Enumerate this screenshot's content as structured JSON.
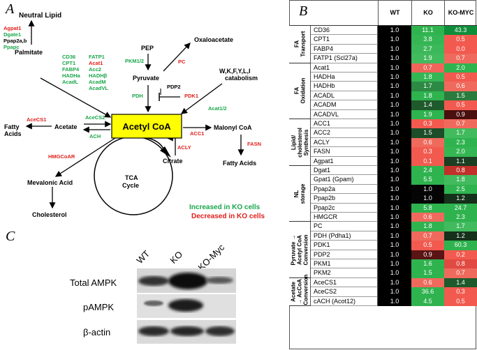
{
  "panel_a": {
    "letter": "A",
    "neutral_lipid": "Neutral Lipid",
    "neutral_lipid_genes": [
      {
        "label": "Agpat1",
        "color": "red"
      },
      {
        "label": "Dgate1",
        "color": "green"
      },
      {
        "label": "Ppap2a,b",
        "color": "black"
      },
      {
        "label": "Ppapc",
        "color": "green"
      }
    ],
    "palmitate": "Palmitate",
    "fa_genes_col1": [
      "CD36",
      "CPT1",
      "FABP4",
      "HADHa",
      "AcadL"
    ],
    "fa_genes_col2": [
      {
        "label": "FATP1",
        "color": "green"
      },
      {
        "label": "Acat1",
        "color": "red"
      },
      {
        "label": "Acc2",
        "color": "green"
      },
      {
        "label": "HADHβ",
        "color": "green"
      },
      {
        "label": "AcadM",
        "color": "green"
      },
      {
        "label": "AcadVL",
        "color": "green"
      }
    ],
    "pep": "PEP",
    "oxaloacetate": "Oxaloacetate",
    "pkm": "PKM1/2",
    "pc": "PC",
    "pyruvate": "Pyruvate",
    "pdp2": "PDP2",
    "pdh": "PDH",
    "pdk1": "PDK1",
    "aa_catabolism": [
      "W,K,F,Y,L,I",
      "catabolism"
    ],
    "acat12": "Acat1/2",
    "acecs1": "AceCS1",
    "acecs2": "AceCS2",
    "fatty_acids_left": [
      "Fatty",
      "Acids"
    ],
    "acetate": "Acetate",
    "ach": "ACH",
    "acetyl_coa": "Acetyl CoA",
    "acc1": "ACC1",
    "malonyl_coa": "Malonyl CoA",
    "fasn": "FASN",
    "fatty_acids_right": "Fatty Acids",
    "acly": "ACLY",
    "citrate": "Citrate",
    "hmgcoar": "HMGCoAR",
    "tca": [
      "TCA",
      "Cycle"
    ],
    "mevalonic": "Mevalonic Acid",
    "cholesterol": "Cholesterol",
    "legend_up": "Increased in KO cells",
    "legend_down": "Decreased in KO cells",
    "colors": {
      "green": "#1aa64a",
      "red": "#e0201b",
      "box": "#ffff00"
    }
  },
  "panel_c": {
    "letter": "C",
    "lanes": [
      "WT",
      "KO",
      "KO-Myc"
    ],
    "blots": [
      "Total AMPK",
      "pAMPK",
      "β-actin"
    ]
  },
  "panel_b": {
    "letter": "B",
    "columns": [
      "WT",
      "KO",
      "KO-MYC"
    ],
    "groups": [
      {
        "category": "FA Transport",
        "rows": [
          {
            "gene": "CD36",
            "wt": "1.0",
            "ko": "11.1",
            "komyc": "43.3",
            "ko_color": "#2fb34f",
            "komyc_color": "#0f8d3a"
          },
          {
            "gene": "CPT1",
            "wt": "1.0",
            "ko": "3.8",
            "komyc": "0.5",
            "ko_color": "#35b654",
            "komyc_color": "#f25a4f"
          },
          {
            "gene": "FABP4",
            "wt": "1.0",
            "ko": "2.7",
            "komyc": "0.0",
            "ko_color": "#3cb85a",
            "komyc_color": "#f25a4f"
          },
          {
            "gene": "FATP1 (Scl27a)",
            "wt": "1.0",
            "ko": "1.9",
            "komyc": "0.7",
            "ko_color": "#42ba5e",
            "komyc_color": "#ef6a5d"
          }
        ]
      },
      {
        "category": "FA Oxidation",
        "rows": [
          {
            "gene": "Acat1",
            "wt": "1.0",
            "ko": "0.7",
            "komyc": "2.0",
            "ko_color": "#f0645a",
            "komyc_color": "#2fb34f"
          },
          {
            "gene": "HADHa",
            "wt": "1.0",
            "ko": "1.8",
            "komyc": "0.5",
            "ko_color": "#35b654",
            "komyc_color": "#f25a4f"
          },
          {
            "gene": "HADHb",
            "wt": "1.0",
            "ko": "1.7",
            "komyc": "0.6",
            "ko_color": "#2c8a44",
            "komyc_color": "#ef6a5d"
          },
          {
            "gene": "ACADL",
            "wt": "1.0",
            "ko": "1.8",
            "komyc": "1.5",
            "ko_color": "#2fb34f",
            "komyc_color": "#2a7c3e"
          },
          {
            "gene": "ACADM",
            "wt": "1.0",
            "ko": "1.4",
            "komyc": "0.5",
            "ko_color": "#1f5a2c",
            "komyc_color": "#f25a4f"
          },
          {
            "gene": "ACADVL",
            "wt": "1.0",
            "ko": "1.9",
            "komyc": "0.9",
            "ko_color": "#2fb34f",
            "komyc_color": "#4a0f0f"
          }
        ]
      },
      {
        "category": "Lipid/ cholesterol Synthesis",
        "rows": [
          {
            "gene": "ACC1",
            "wt": "1.0",
            "ko": "0.3",
            "komyc": "0.7",
            "ko_color": "#f25a4f",
            "komyc_color": "#ef6a5d"
          },
          {
            "gene": "ACC2",
            "wt": "1.0",
            "ko": "1.5",
            "komyc": "1.7",
            "ko_color": "#1d4d29",
            "komyc_color": "#42ba5e"
          },
          {
            "gene": "ACLY",
            "wt": "1.0",
            "ko": "0.6",
            "komyc": "2.3",
            "ko_color": "#ef6a5d",
            "komyc_color": "#2fb34f"
          },
          {
            "gene": "FASN",
            "wt": "1.0",
            "ko": "0.3",
            "komyc": "2.0",
            "ko_color": "#f25a4f",
            "komyc_color": "#35b654"
          },
          {
            "gene": "Agpat1",
            "wt": "1.0",
            "ko": "0.1",
            "komyc": "1.1",
            "ko_color": "#f25a4f",
            "komyc_color": "#1a3f22"
          }
        ]
      },
      {
        "category": "NL storage",
        "rows": [
          {
            "gene": "Dgat1",
            "wt": "1.0",
            "ko": "2.4",
            "komyc": "0.8",
            "ko_color": "#2fb34f",
            "komyc_color": "#c2302a"
          },
          {
            "gene": "Gpat1 (Gpam)",
            "wt": "1.0",
            "ko": "5.5",
            "komyc": "1.8",
            "ko_color": "#2fb34f",
            "komyc_color": "#42ba5e"
          },
          {
            "gene": "Ppap2a",
            "wt": "1.0",
            "ko": "1.0",
            "komyc": "2.5",
            "ko_color": "#050505",
            "komyc_color": "#2fb34f"
          },
          {
            "gene": "Ppap2b",
            "wt": "1.0",
            "ko": "1.0",
            "komyc": "1.2",
            "ko_color": "#050505",
            "komyc_color": "#15301b"
          },
          {
            "gene": "Ppap2c",
            "wt": "1.0",
            "ko": "5.8",
            "komyc": "24.7",
            "ko_color": "#2fb34f",
            "komyc_color": "#2fb34f"
          },
          {
            "gene": "HMGCR",
            "wt": "1.0",
            "ko": "0.6",
            "komyc": "2.3",
            "ko_color": "#ef6a5d",
            "komyc_color": "#2fb34f"
          }
        ]
      },
      {
        "category": "Pyruvate → Acetyl CoA Conversion",
        "rows": [
          {
            "gene": "PC",
            "wt": "1.0",
            "ko": "1.8",
            "komyc": "1.7",
            "ko_color": "#2fb34f",
            "komyc_color": "#42ba5e"
          },
          {
            "gene": "PDH (Pdha1)",
            "wt": "1.0",
            "ko": "0.7",
            "komyc": "1.2",
            "ko_color": "#ef6a5d",
            "komyc_color": "#15301b"
          },
          {
            "gene": "PDK1",
            "wt": "1.0",
            "ko": "0.5",
            "komyc": "60.3",
            "ko_color": "#f25a4f",
            "komyc_color": "#2fb34f"
          },
          {
            "gene": "PDP2",
            "wt": "1.0",
            "ko": "0.9",
            "komyc": "0.2",
            "ko_color": "#5a1414",
            "komyc_color": "#f25a4f"
          },
          {
            "gene": "PKM1",
            "wt": "1.0",
            "ko": "1.6",
            "komyc": "0.8",
            "ko_color": "#2fb34f",
            "komyc_color": "#e04a42"
          },
          {
            "gene": "PKM2",
            "wt": "1.0",
            "ko": "1.5",
            "komyc": "0.7",
            "ko_color": "#2fb34f",
            "komyc_color": "#ef6a5d"
          }
        ]
      },
      {
        "category": "Acetate → AcCoA Conversion",
        "rows": [
          {
            "gene": "AceCS1",
            "wt": "1.0",
            "ko": "0.6",
            "komyc": "1.4",
            "ko_color": "#ef6a5d",
            "komyc_color": "#1f5a2c"
          },
          {
            "gene": "AceCS2",
            "wt": "1.0",
            "ko": "36.6",
            "komyc": "0.3",
            "ko_color": "#2fb34f",
            "komyc_color": "#f25a4f"
          },
          {
            "gene": "cACH (Acot12)",
            "wt": "1.0",
            "ko": "4.5",
            "komyc": "0.5",
            "ko_color": "#2fb34f",
            "komyc_color": "#f25a4f"
          }
        ]
      }
    ]
  }
}
